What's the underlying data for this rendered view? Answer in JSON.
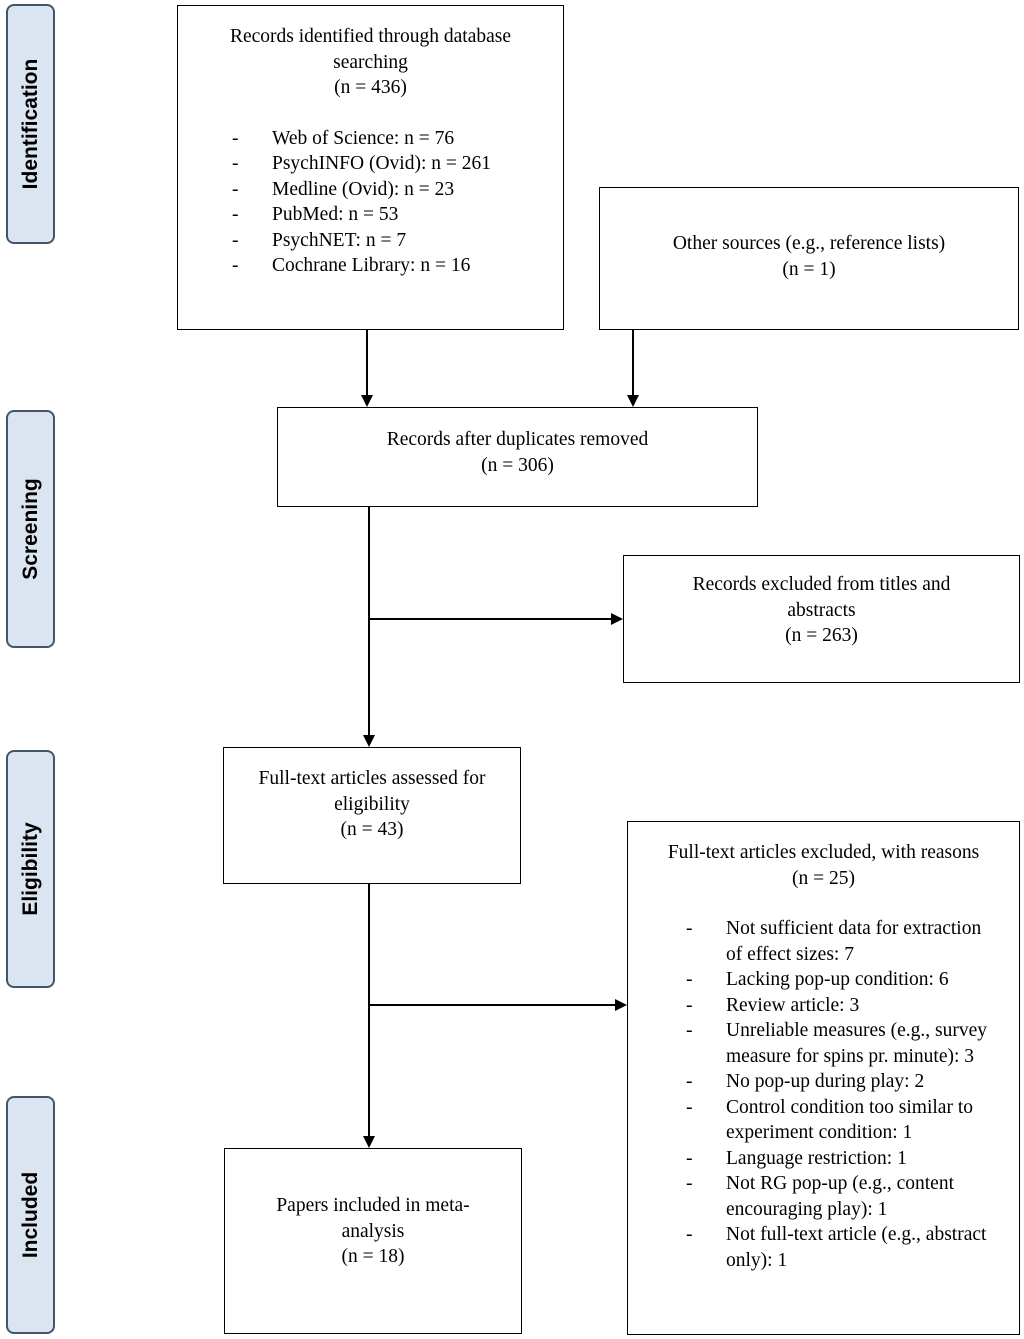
{
  "stages": {
    "identification": "Identification",
    "screening": "Screening",
    "eligibility": "Eligibility",
    "included": "Included"
  },
  "database_box": {
    "title": "Records identified through database searching",
    "count": "(n =  436)",
    "sources": [
      "Web of Science: n = 76",
      "PsychINFO (Ovid): n = 261",
      "Medline (Ovid): n = 23",
      "PubMed: n = 53",
      "PsychNET: n = 7",
      "Cochrane Library: n = 16"
    ]
  },
  "other_box": {
    "title": "Other sources (e.g., reference lists)",
    "count": "(n = 1)"
  },
  "duplicates_box": {
    "title": "Records after duplicates removed",
    "count": "(n = 306)"
  },
  "excluded_titles_box": {
    "title": "Records excluded from titles and abstracts",
    "count": "(n = 263)"
  },
  "fulltext_box": {
    "title": "Full-text articles assessed for eligibility",
    "count": "(n = 43)"
  },
  "excluded_fulltext_box": {
    "title": "Full-text articles excluded, with reasons",
    "count": "(n = 25)",
    "reasons": [
      "Not sufficient data for extraction of effect sizes: 7",
      "Lacking pop-up condition: 6",
      "Review article: 3",
      "Unreliable measures (e.g., survey measure for spins pr. minute): 3",
      "No pop-up during play: 2",
      "Control condition too similar to experiment condition: 1",
      "Language restriction: 1",
      "Not RG pop-up (e.g., content encouraging play): 1",
      "Not full-text article (e.g., abstract only): 1"
    ]
  },
  "included_box": {
    "title": "Papers included in meta-analysis",
    "count": "(n = 18)"
  }
}
